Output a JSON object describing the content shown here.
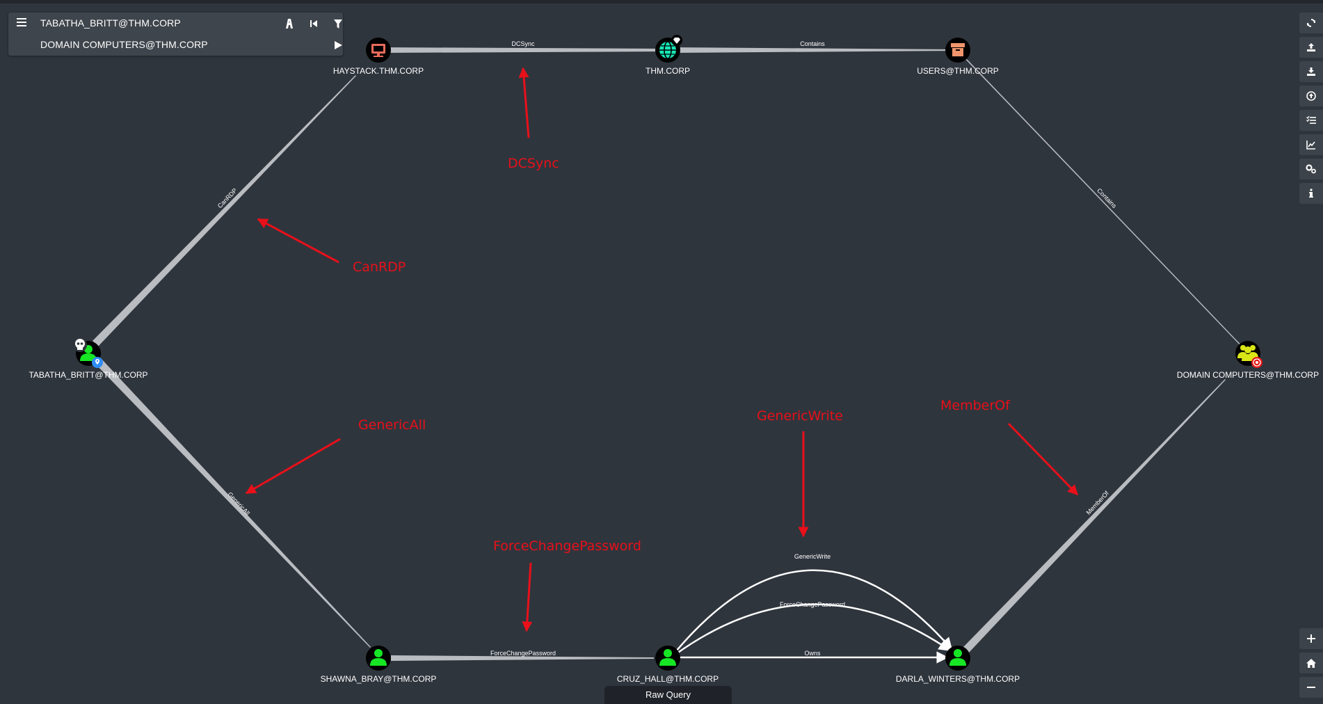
{
  "search": {
    "start_node": "TABATHA_BRITT@THM.CORP",
    "target_node": "DOMAIN COMPUTERS@THM.CORP",
    "icons": [
      "menu-icon",
      "pathfinding-icon",
      "back-icon",
      "filter-icon",
      "play-icon"
    ]
  },
  "nodes": [
    {
      "id": "haystack",
      "label": "HAYSTACK.THM.CORP",
      "type": "computer",
      "color": "#ea6b5b"
    },
    {
      "id": "thmcorp",
      "label": "THM.CORP",
      "type": "domain",
      "color": "#17e6b6"
    },
    {
      "id": "users",
      "label": "USERS@THM.CORP",
      "type": "ou",
      "color": "#f1956c"
    },
    {
      "id": "tabatha",
      "label": "TABATHA_BRITT@THM.CORP",
      "type": "user",
      "color": "#17e625",
      "owned": true,
      "start": true
    },
    {
      "id": "domaincomputers",
      "label": "DOMAIN COMPUTERS@THM.CORP",
      "type": "group",
      "color": "#dbe617",
      "target": true
    },
    {
      "id": "shawna",
      "label": "SHAWNA_BRAY@THM.CORP",
      "type": "user",
      "color": "#17e625"
    },
    {
      "id": "cruz",
      "label": "CRUZ_HALL@THM.CORP",
      "type": "user",
      "color": "#17e625"
    },
    {
      "id": "darla",
      "label": "DARLA_WINTERS@THM.CORP",
      "type": "user",
      "color": "#17e625"
    }
  ],
  "edges": [
    {
      "id": "dcsync",
      "label": "DCSync",
      "from": "haystack",
      "to": "thmcorp"
    },
    {
      "id": "contains1",
      "label": "Contains",
      "from": "thmcorp",
      "to": "users"
    },
    {
      "id": "contains2",
      "label": "Contains",
      "from": "users",
      "to": "domaincomputers"
    },
    {
      "id": "canrdp",
      "label": "CanRDP",
      "from": "tabatha",
      "to": "haystack"
    },
    {
      "id": "genericall",
      "label": "GenericAll",
      "from": "tabatha",
      "to": "shawna"
    },
    {
      "id": "forcechange1",
      "label": "ForceChangePassword",
      "from": "shawna",
      "to": "cruz"
    },
    {
      "id": "genericwrite",
      "label": "GenericWrite",
      "from": "cruz",
      "to": "darla"
    },
    {
      "id": "forcechange2",
      "label": "ForceChangePassword",
      "from": "cruz",
      "to": "darla"
    },
    {
      "id": "owns",
      "label": "Owns",
      "from": "cruz",
      "to": "darla"
    },
    {
      "id": "memberof",
      "label": "MemberOf",
      "from": "darla",
      "to": "domaincomputers"
    }
  ],
  "annotations": [
    {
      "id": "dcsync",
      "text": "DCSync"
    },
    {
      "id": "canrdp",
      "text": "CanRDP"
    },
    {
      "id": "genericall",
      "text": "GenericAll"
    },
    {
      "id": "forcechange",
      "text": "ForceChangePassword"
    },
    {
      "id": "genericwrite",
      "text": "GenericWrite"
    },
    {
      "id": "memberof",
      "text": "MemberOf"
    }
  ],
  "annotation_color": "#e8101a",
  "toolbar": {
    "buttons": [
      "refresh-icon",
      "upload-icon",
      "download-icon",
      "import-icon",
      "queries-icon",
      "stats-icon",
      "settings-icon",
      "info-icon"
    ],
    "zoom": [
      "zoom-in-icon",
      "home-icon",
      "zoom-out-icon"
    ]
  },
  "raw_query": {
    "label": "Raw Query"
  }
}
